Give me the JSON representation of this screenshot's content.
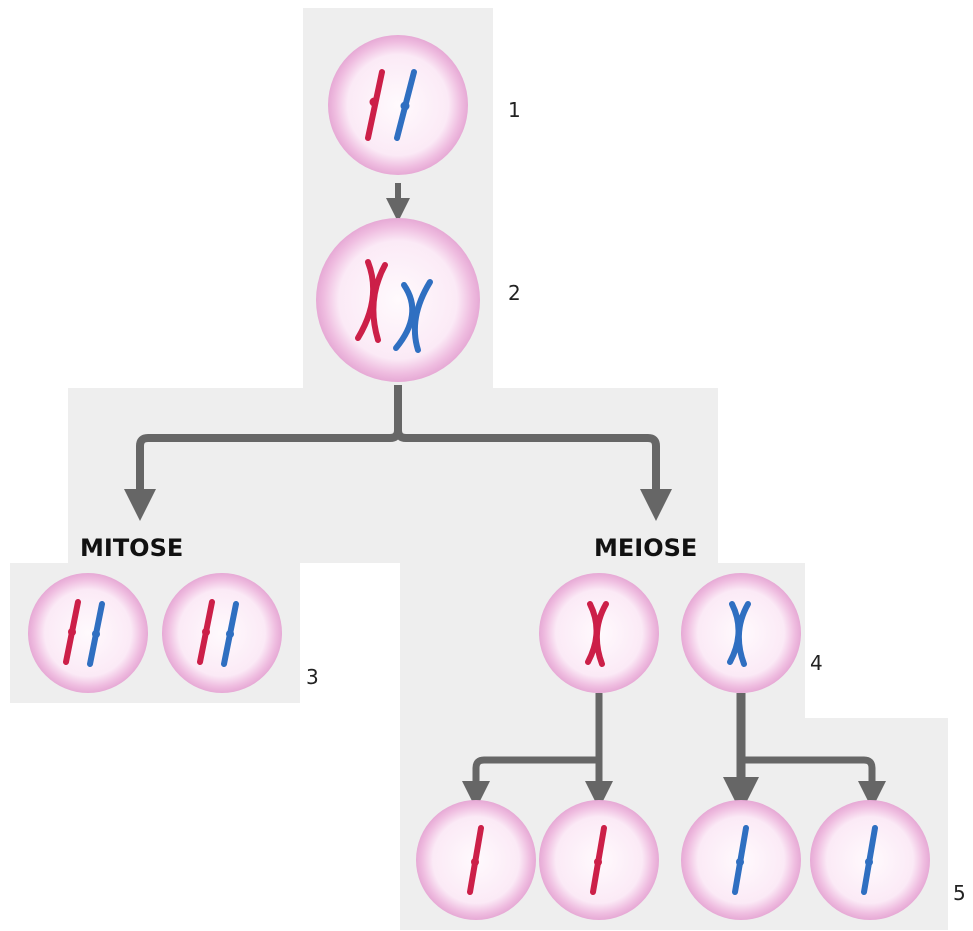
{
  "labels": {
    "mitose": "MITOSE",
    "meiose": "MEIOSE"
  },
  "stage_numbers": {
    "s1": "1",
    "s2": "2",
    "s3": "3",
    "s4": "4",
    "s5": "5"
  },
  "colors": {
    "background_panel": "#eeeeee",
    "cell_fill": "#fdf5fb",
    "cell_ring": "#e9b3da",
    "chromosome_red": "#cc1f48",
    "chromosome_blue": "#2f6fc1",
    "arrow": "#666666"
  }
}
